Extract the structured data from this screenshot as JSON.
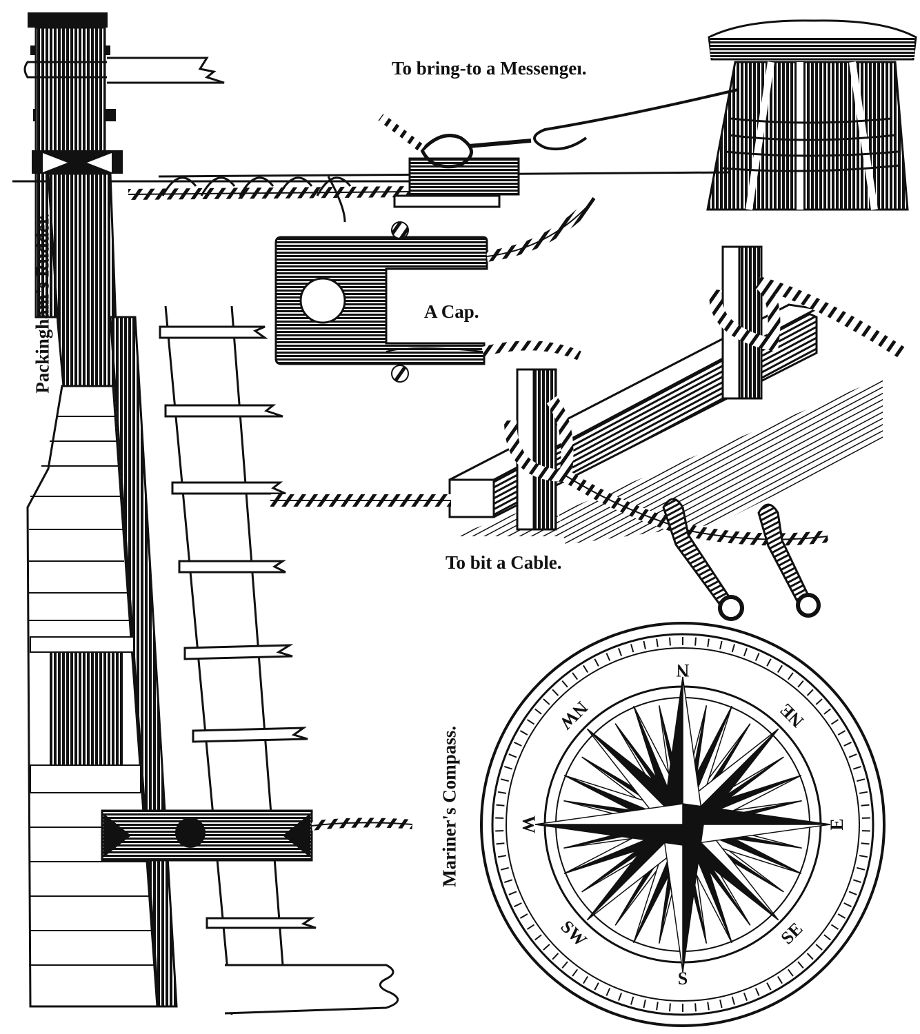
{
  "captions": {
    "messenger": "To bring-to a Messengeı.",
    "cap": "A Cap.",
    "bit_cable": "To bit a Cable.",
    "rudder": "Packingham's Rudder.",
    "compass": "Mariner's Compass."
  },
  "compass": {
    "points": [
      {
        "label": "N",
        "angle": 0
      },
      {
        "label": "NE",
        "angle": 45
      },
      {
        "label": "E",
        "angle": 90
      },
      {
        "label": "SE",
        "angle": 135
      },
      {
        "label": "S",
        "angle": 180
      },
      {
        "label": "SW",
        "angle": 225
      },
      {
        "label": "W",
        "angle": 270
      },
      {
        "label": "NW",
        "angle": 315
      }
    ]
  },
  "colors": {
    "ink": "#111111",
    "paper": "#ffffff"
  }
}
